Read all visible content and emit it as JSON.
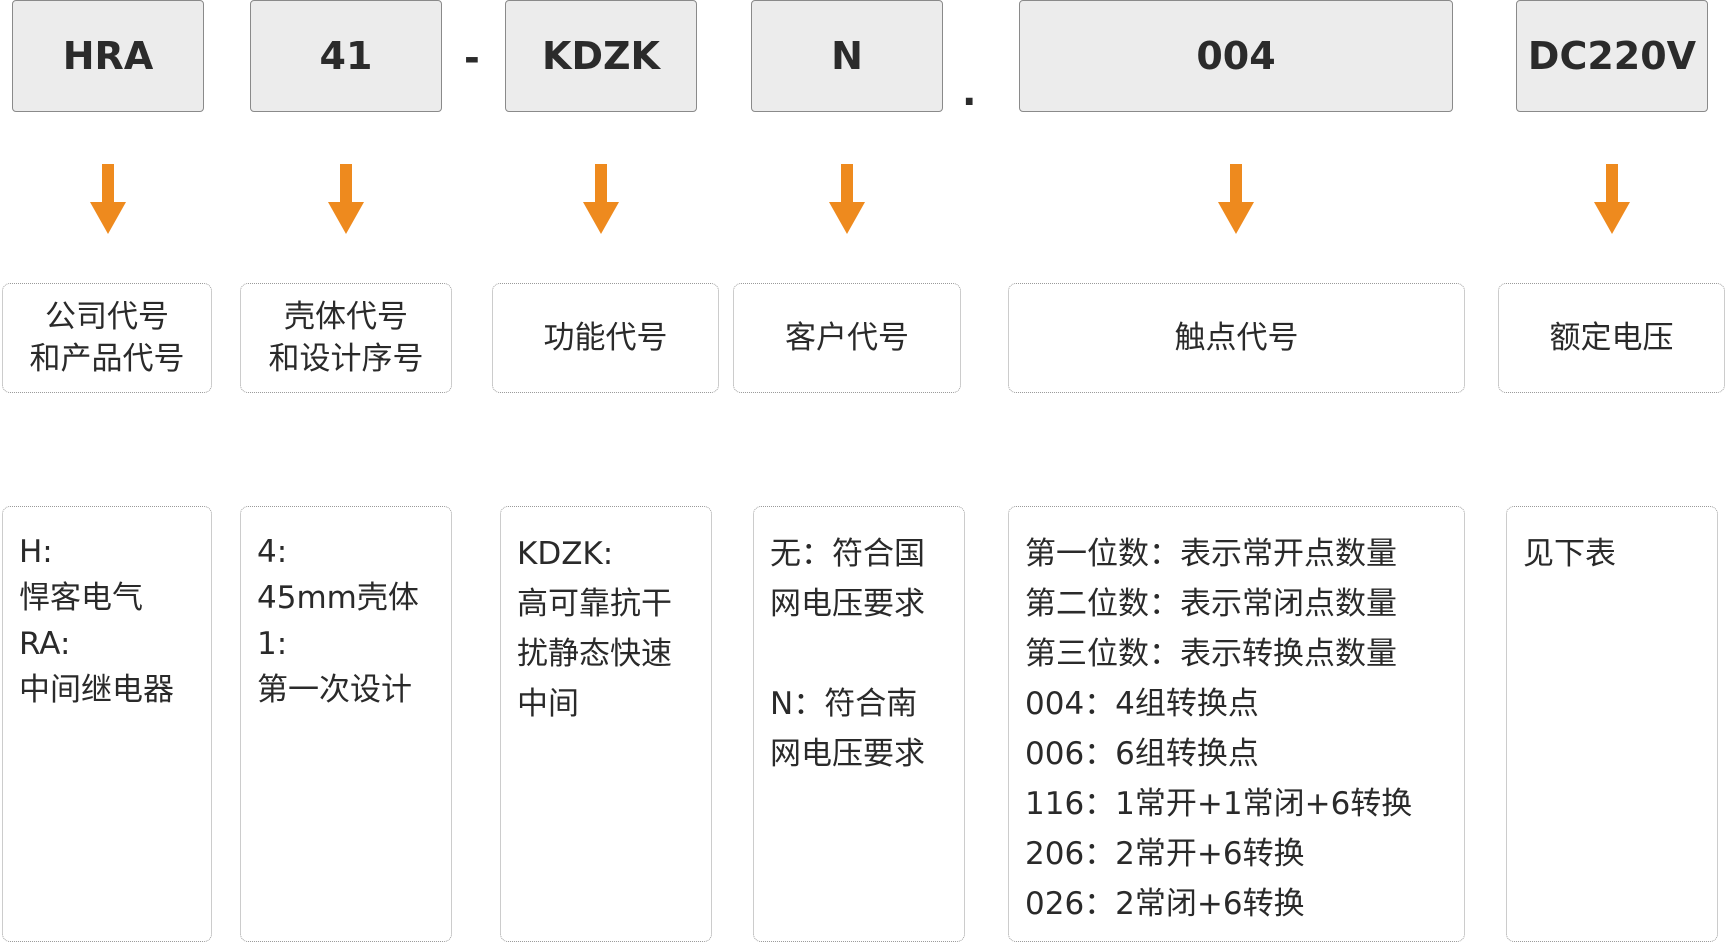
{
  "accent_color": "#ee8a1e",
  "code_segments": [
    {
      "code": "HRA"
    },
    {
      "code": "41"
    },
    {
      "code": "KDZK"
    },
    {
      "code": "N"
    },
    {
      "code": "004"
    },
    {
      "code": "DC220V"
    }
  ],
  "separators": [
    "-",
    "."
  ],
  "labels": [
    {
      "lines": [
        "公司代号",
        "和产品代号"
      ]
    },
    {
      "lines": [
        "壳体代号",
        "和设计序号"
      ]
    },
    {
      "lines": [
        "功能代号"
      ]
    },
    {
      "lines": [
        "客户代号"
      ]
    },
    {
      "lines": [
        "触点代号"
      ]
    },
    {
      "lines": [
        "额定电压"
      ]
    }
  ],
  "descriptions": [
    {
      "lines": [
        "H:",
        "悍客电气",
        "RA:",
        "中间继电器"
      ]
    },
    {
      "lines": [
        "4:",
        "45mm壳体",
        "1:",
        "第一次设计"
      ]
    },
    {
      "lines": [
        "KDZK:",
        "高可靠抗干",
        "扰静态快速",
        "中间"
      ]
    },
    {
      "lines": [
        "无：符合国",
        "网电压要求",
        "N：符合南",
        "网电压要求"
      ]
    },
    {
      "lines": [
        "第一位数：表示常开点数量",
        "第二位数：表示常闭点数量",
        "第三位数：表示转换点数量",
        "004：4组转换点",
        "006：6组转换点",
        "116：1常开+1常闭+6转换",
        "206：2常开+6转换",
        "026：2常闭+6转换"
      ]
    },
    {
      "lines": [
        "见下表"
      ]
    }
  ]
}
